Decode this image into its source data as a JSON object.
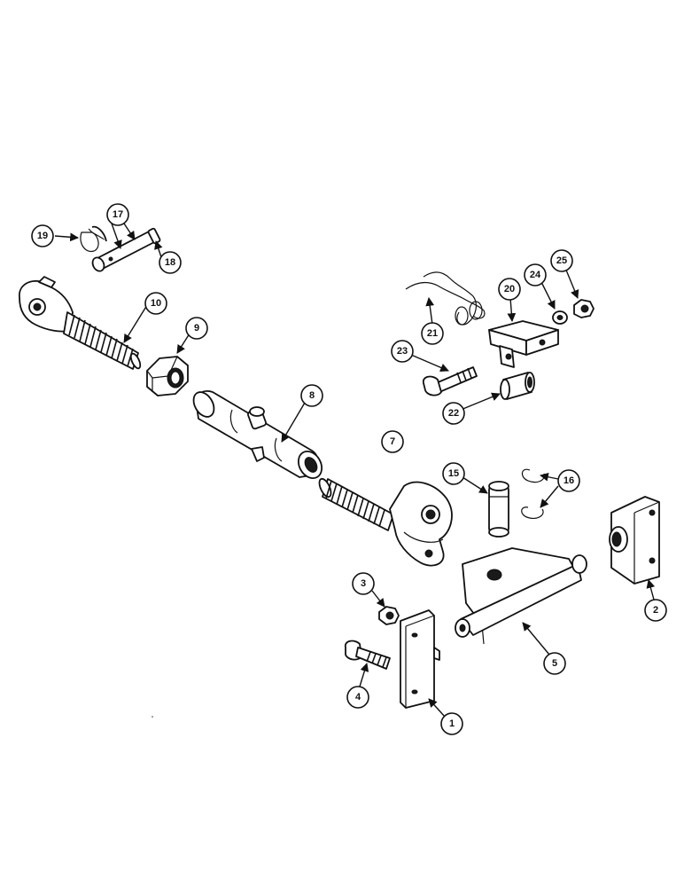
{
  "colors": {
    "ink": "#111111",
    "paper": "#ffffff"
  },
  "callouts": {
    "c1": "1",
    "c2": "2",
    "c3": "3",
    "c4": "4",
    "c5": "5",
    "c7": "7",
    "c8": "8",
    "c9": "9",
    "c10": "10",
    "c15": "15",
    "c16": "16",
    "c17": "17",
    "c18": "18",
    "c19": "19",
    "c20": "20",
    "c21": "21",
    "c22": "22",
    "c23": "23",
    "c24": "24",
    "c25": "25"
  }
}
